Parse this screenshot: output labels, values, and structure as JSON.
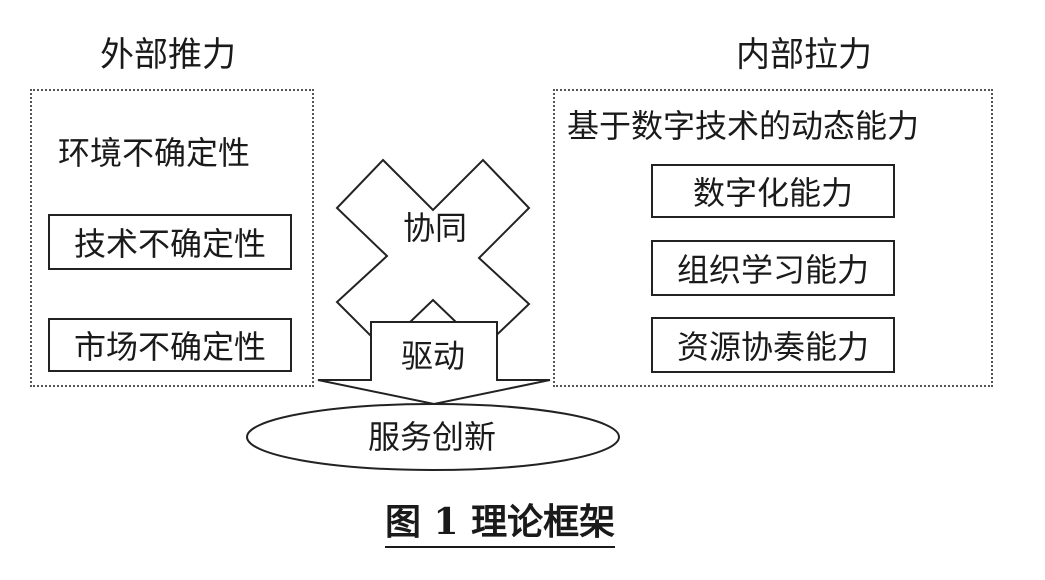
{
  "external": {
    "heading": "外部推力",
    "items": [
      "环境不确定性",
      "技术不确定性",
      "市场不确定性"
    ]
  },
  "internal": {
    "heading": "内部拉力",
    "title": "基于数字技术的动态能力",
    "items": [
      "数字化能力",
      "组织学习能力",
      "资源协奏能力"
    ]
  },
  "synergy_label": "协同",
  "drive_label": "驱动",
  "outcome_label": "服务创新",
  "caption": "图 1  理论框架"
}
